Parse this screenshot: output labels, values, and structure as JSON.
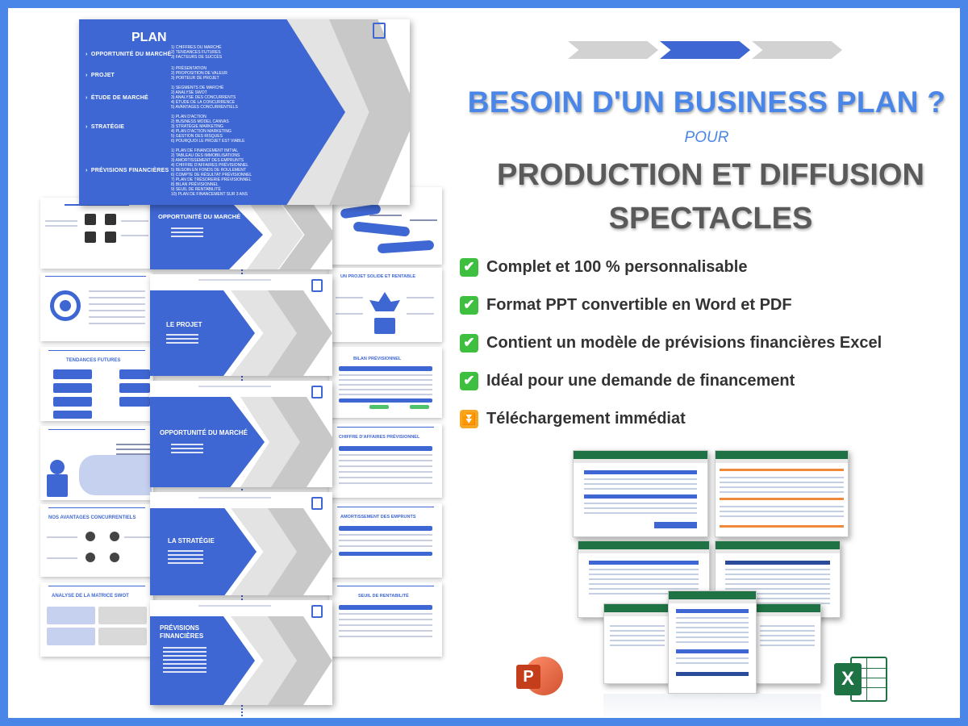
{
  "headline": "BESOIN D'UN BUSINESS PLAN ?",
  "connector": "POUR",
  "subtitle_line1": "PRODUCTION ET DIFFUSION",
  "subtitle_line2": "SPECTACLES",
  "features": [
    {
      "icon": "check-mark-icon",
      "text": "Complet et 100 % personnalisable"
    },
    {
      "icon": "check-mark-icon",
      "text": "Format PPT convertible en Word et PDF"
    },
    {
      "icon": "check-mark-icon",
      "text": "Contient un modèle de prévisions financières Excel"
    },
    {
      "icon": "check-mark-icon",
      "text": "Idéal pour une demande de financement"
    },
    {
      "icon": "double-down-arrow-icon",
      "text": "Téléchargement immédiat"
    }
  ],
  "colors": {
    "accent": "#4a86e8",
    "slide_blue": "#3f67d3",
    "check_green": "#3fbf3f",
    "download_orange": "#f5a623",
    "subtitle_gray": "#5a5a5a"
  },
  "slides": {
    "plan": {
      "title": "PLAN",
      "sections": [
        {
          "label": "OPPORTUNITÉ DU MARCHÉ",
          "items": [
            "1) CHIFFRES DU MARCHÉ",
            "2) TENDANCES FUTURES",
            "3) FACTEURS DE SUCCÈS"
          ]
        },
        {
          "label": "PROJET",
          "items": [
            "1) PRÉSENTATION",
            "2) PROPOSITION DE VALEUR",
            "3) PORTEUR DE PROJET"
          ]
        },
        {
          "label": "ÉTUDE DE MARCHÉ",
          "items": [
            "1) SEGMENTS DE MARCHÉ",
            "2) ANALYSE SWOT",
            "3) ANALYSE DES CONCURRENTS",
            "4) ÉTUDE DE LA CONCURRENCE",
            "5) AVANTAGES CONCURRENTIELS"
          ]
        },
        {
          "label": "STRATÉGIE",
          "items": [
            "1) PLAN D'ACTION",
            "2) BUSINESS MODEL CANVAS",
            "3) STRATÉGIE MARKETING",
            "4) PLAN D'ACTION MARKETING",
            "5) GESTION DES RISQUES",
            "6) POURQUOI LE PROJET EST VIABLE"
          ]
        },
        {
          "label": "PRÉVISIONS FINANCIÈRES",
          "items": [
            "1) PLAN DE FINANCEMENT INITIAL",
            "2) TABLEAU DES IMMOBILISATIONS",
            "3) AMORTISSEMENT DES EMPRUNTS",
            "4) CHIFFRE D'AFFAIRES PRÉVISIONNEL",
            "5) BESOIN EN FONDS DE ROULEMENT",
            "6) COMPTE DE RÉSULTAT PRÉVISIONNEL",
            "7) PLAN DE TRÉSORERIE PRÉVISIONNEL",
            "8) BILAN PRÉVISIONNEL",
            "9) SEUIL DE RENTABILITÉ",
            "10) PLAN DE FINANCEMENT SUR 3 ANS"
          ]
        }
      ]
    },
    "section_titles": [
      "OPPORTUNITÉ DU MARCHÉ",
      "LE PROJET",
      "OPPORTUNITÉ DU MARCHÉ",
      "LA STRATÉGIE",
      "PRÉVISIONS FINANCIÈRES"
    ],
    "side_titles": [
      "UN PROJET SOLIDE ET RENTABLE",
      "BILAN PRÉVISIONNEL",
      "CHIFFRE D'AFFAIRES PRÉVISIONNEL",
      "AMORTISSEMENT DES EMPRUNTS",
      "SEUIL DE RENTABILITÉ"
    ],
    "left_titles": [
      "TENDANCES FUTURES",
      "NOS AVANTAGES CONCURRENTIELS",
      "ANALYSE DE LA MATRICE SWOT"
    ]
  },
  "app_icons": {
    "powerpoint": "P",
    "excel": "X"
  }
}
